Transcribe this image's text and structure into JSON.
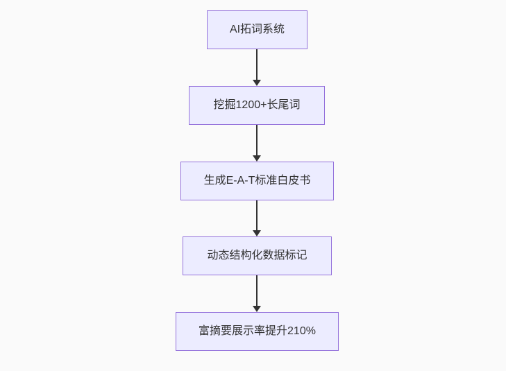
{
  "colors": {
    "canvas_background": "#fafafa",
    "node_fill": "#ECECFF",
    "node_border": "#9370DB",
    "node_text": "#333333",
    "arrow": "#333333"
  },
  "flowchart": {
    "type": "flowchart",
    "direction": "top-down",
    "nodes": [
      {
        "id": "node-1",
        "label": "AI拓词系统"
      },
      {
        "id": "node-2",
        "label": "挖掘1200+长尾词"
      },
      {
        "id": "node-3",
        "label": "生成E-A-T标准白皮书"
      },
      {
        "id": "node-4",
        "label": "动态结构化数据标记"
      },
      {
        "id": "node-5",
        "label": "富摘要展示率提升210%"
      }
    ],
    "edges": [
      {
        "from": "node-1",
        "to": "node-2"
      },
      {
        "from": "node-2",
        "to": "node-3"
      },
      {
        "from": "node-3",
        "to": "node-4"
      },
      {
        "from": "node-4",
        "to": "node-5"
      }
    ]
  }
}
